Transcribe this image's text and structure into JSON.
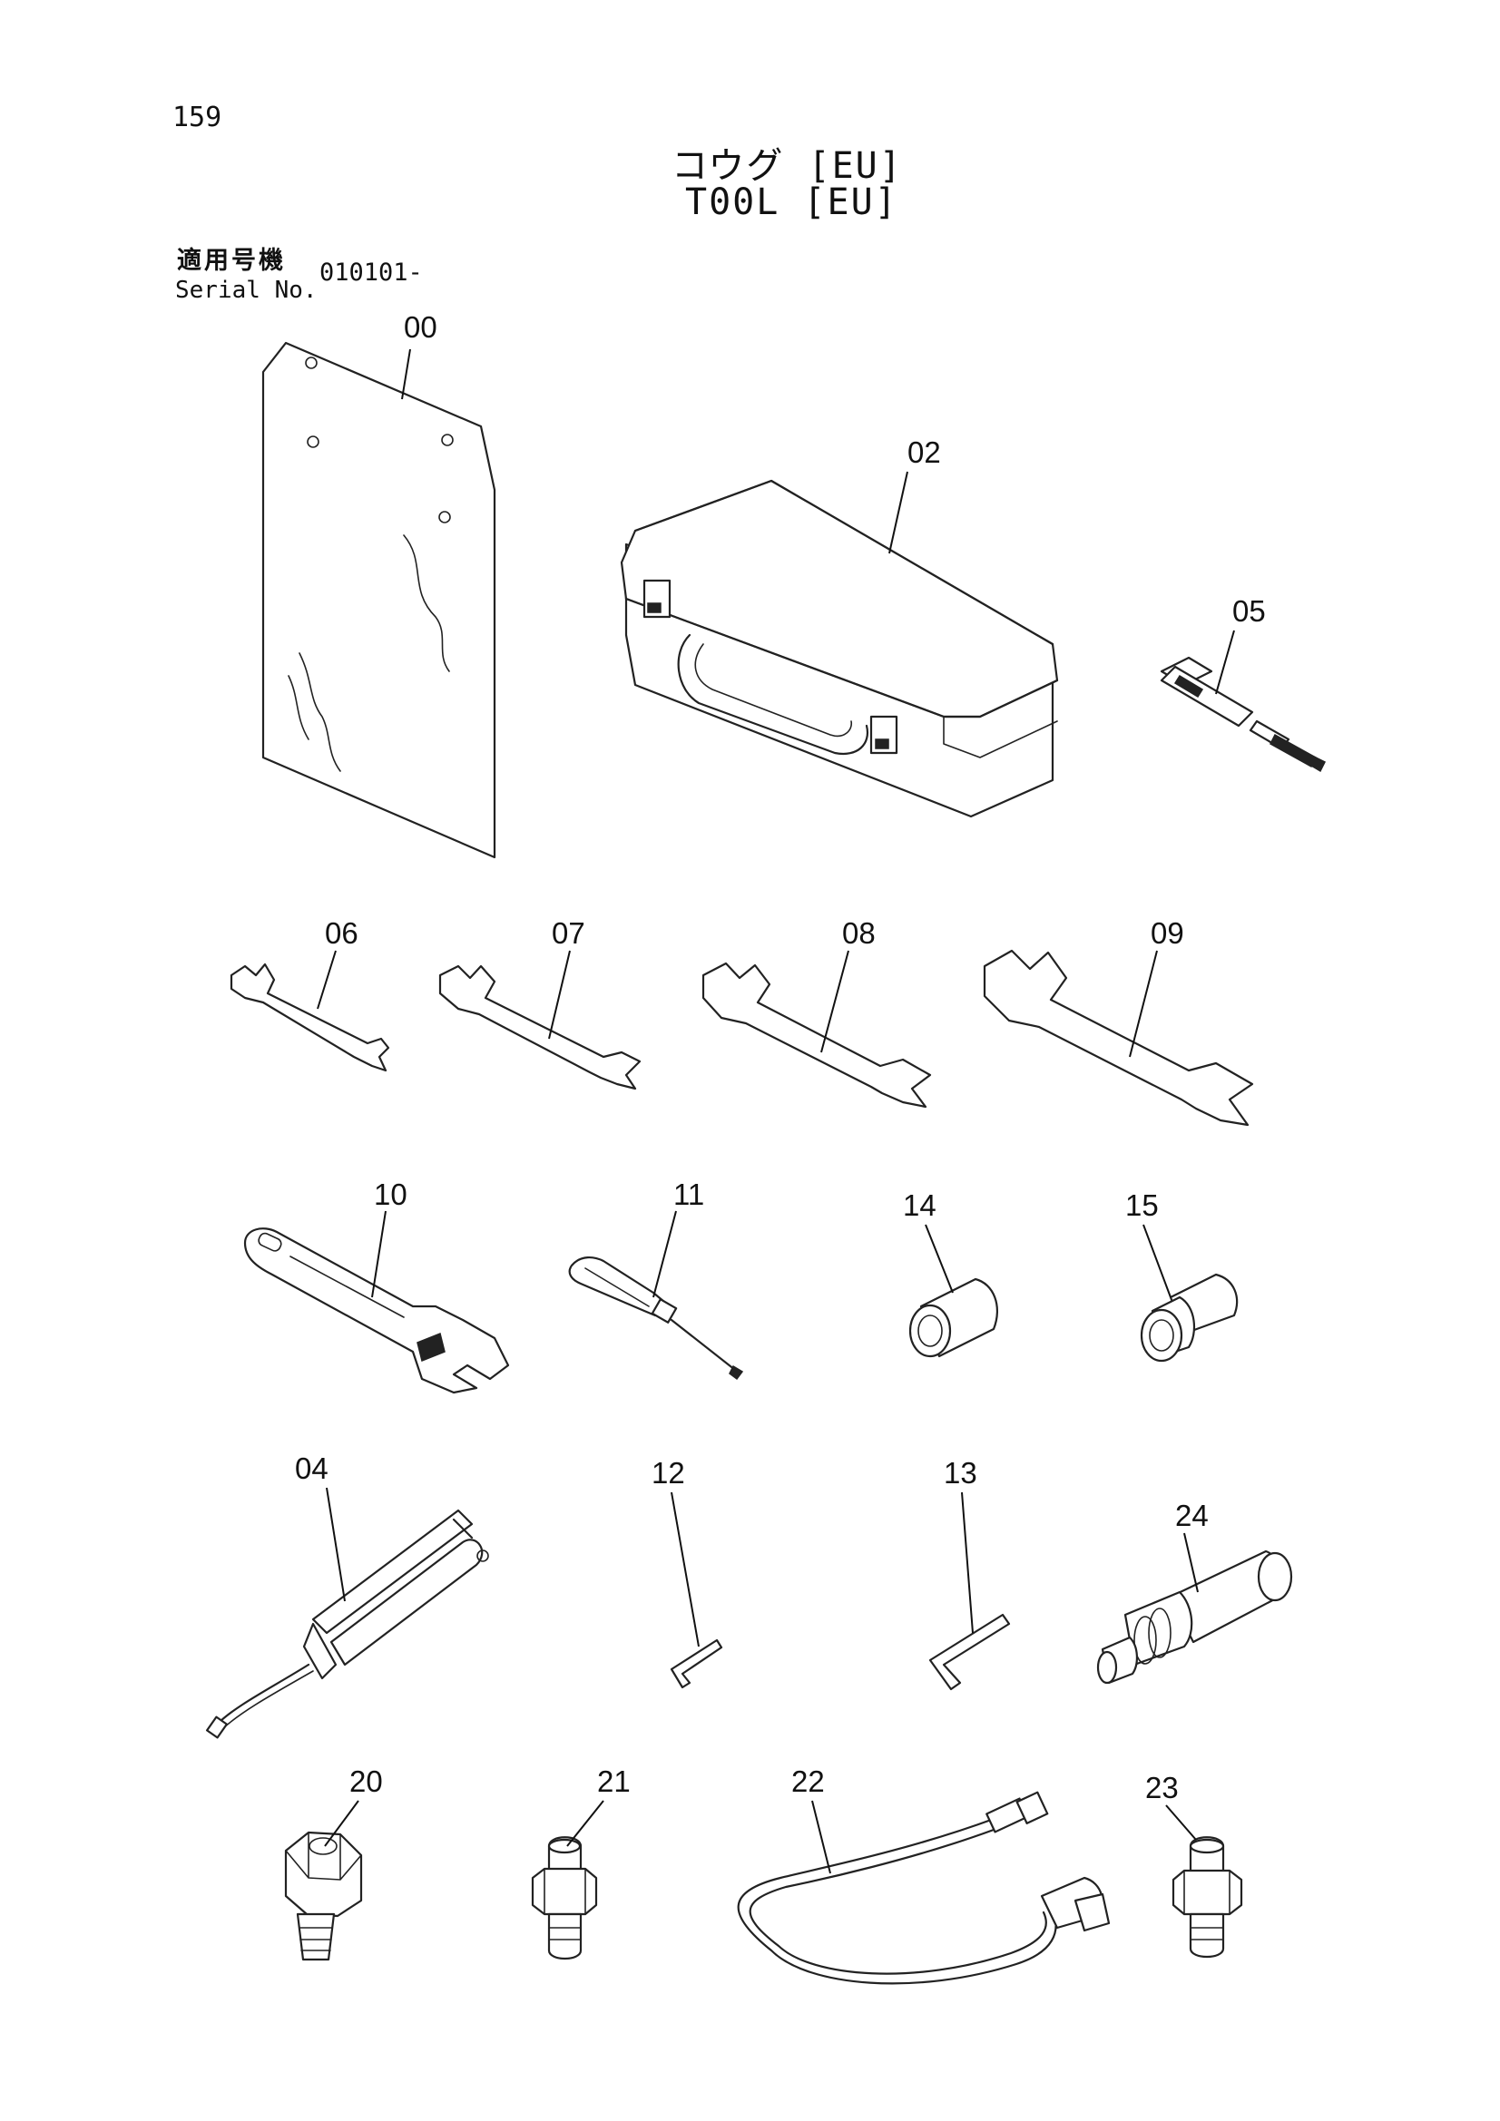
{
  "header": {
    "page_number": "159",
    "title_ja": "コウグ [EU]",
    "title_en": "T00L [EU]",
    "serial_label_ja": "適用号機",
    "serial_label_en": "Serial No.",
    "serial_value": "010101-"
  },
  "parts": [
    {
      "id": "part-00",
      "label": "00",
      "icon": "manual-holder-icon"
    },
    {
      "id": "part-02",
      "label": "02",
      "icon": "tool-box-icon"
    },
    {
      "id": "part-05",
      "label": "05",
      "icon": "pin-bar-icon"
    },
    {
      "id": "part-06",
      "label": "06",
      "icon": "open-wrench-icon"
    },
    {
      "id": "part-07",
      "label": "07",
      "icon": "open-wrench-icon"
    },
    {
      "id": "part-08",
      "label": "08",
      "icon": "open-wrench-icon"
    },
    {
      "id": "part-09",
      "label": "09",
      "icon": "open-wrench-icon"
    },
    {
      "id": "part-10",
      "label": "10",
      "icon": "adjustable-wrench-icon"
    },
    {
      "id": "part-11",
      "label": "11",
      "icon": "screwdriver-icon"
    },
    {
      "id": "part-14",
      "label": "14",
      "icon": "socket-icon"
    },
    {
      "id": "part-15",
      "label": "15",
      "icon": "socket-icon"
    },
    {
      "id": "part-04",
      "label": "04",
      "icon": "grease-gun-icon"
    },
    {
      "id": "part-12",
      "label": "12",
      "icon": "hex-key-icon"
    },
    {
      "id": "part-13",
      "label": "13",
      "icon": "hex-key-icon"
    },
    {
      "id": "part-24",
      "label": "24",
      "icon": "extension-tool-icon"
    },
    {
      "id": "part-20",
      "label": "20",
      "icon": "nipple-fitting-icon"
    },
    {
      "id": "part-21",
      "label": "21",
      "icon": "adapter-fitting-icon"
    },
    {
      "id": "part-22",
      "label": "22",
      "icon": "hose-icon"
    },
    {
      "id": "part-23",
      "label": "23",
      "icon": "adapter-fitting-icon"
    }
  ]
}
